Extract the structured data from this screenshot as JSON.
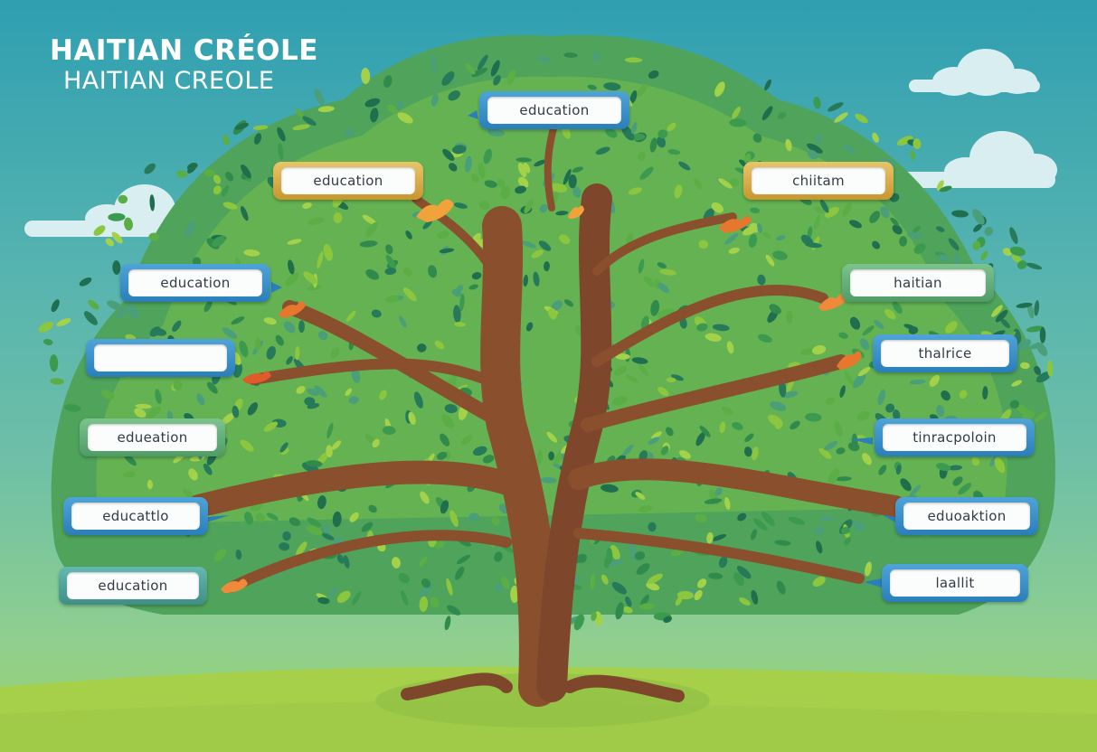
{
  "title": {
    "main": "HAITIAN CRÉOLE",
    "sub": "HAITIAN CREOLE"
  },
  "colors": {
    "sky_top": "#2f9fb1",
    "ground": "#a6d04a",
    "trunk": "#8a4f2c",
    "leaf_dark": "#2f8a4c",
    "leaf_light": "#8cc63f",
    "label_blue": "#2a7fba",
    "label_gold": "#c8962f",
    "label_green": "#4f9b66",
    "label_teal": "#3f8f86"
  },
  "labels": [
    {
      "text": "education",
      "style": "blue"
    },
    {
      "text": "education",
      "style": "gold"
    },
    {
      "text": "chiitam",
      "style": "gold"
    },
    {
      "text": "education",
      "style": "blue"
    },
    {
      "text": "haitian",
      "style": "green"
    },
    {
      "text": "",
      "style": "blue"
    },
    {
      "text": "thalrice",
      "style": "blue"
    },
    {
      "text": "edueation",
      "style": "green"
    },
    {
      "text": "tinracpoloin",
      "style": "blue"
    },
    {
      "text": "educattlo",
      "style": "blue"
    },
    {
      "text": "eduoaktion",
      "style": "blue"
    },
    {
      "text": "education",
      "style": "teal"
    },
    {
      "text": "laallit",
      "style": "blue"
    }
  ]
}
